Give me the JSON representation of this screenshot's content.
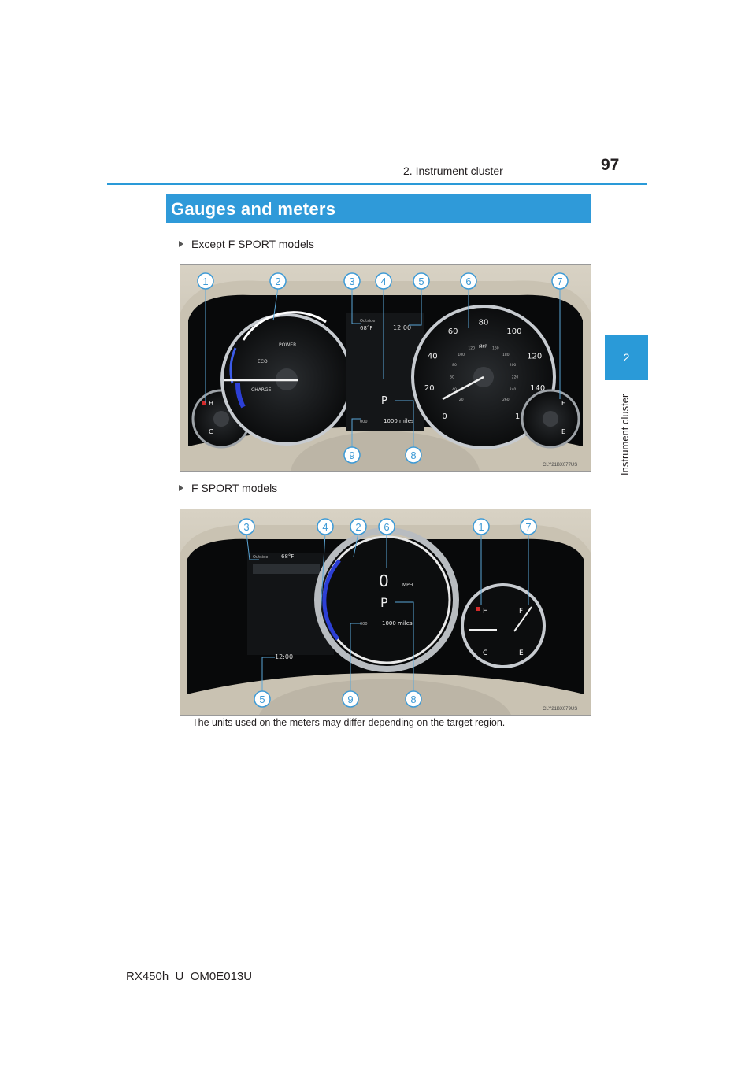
{
  "header": {
    "page_number": "97",
    "section_title": "2. Instrument cluster",
    "side_tab_number": "2",
    "side_tab_label": "Instrument cluster"
  },
  "section_heading": "Gauges and meters",
  "figures": [
    {
      "bullet": "Except F SPORT models",
      "callouts": [
        "1",
        "2",
        "3",
        "4",
        "5",
        "6",
        "7",
        "8",
        "9"
      ],
      "image_code": "CLY21BX077US",
      "display": {
        "outside_label": "Outside",
        "outside_temp": "68°F",
        "clock": "12:00",
        "power_labels": [
          "POWER",
          "ECO",
          "CHARGE"
        ],
        "temp_labels": [
          "H",
          "C"
        ],
        "fuel_labels": [
          "F",
          "E"
        ],
        "speed_ticks": [
          "0",
          "20",
          "40",
          "60",
          "80",
          "100",
          "120",
          "140",
          "160"
        ],
        "speed_unit": "MPH",
        "kmh_ticks": [
          "20",
          "40",
          "60",
          "80",
          "100",
          "120",
          "140",
          "160",
          "180",
          "200",
          "220",
          "240",
          "260"
        ],
        "kmh_unit": "km/h",
        "shift": "P",
        "odometer": "1000 miles",
        "trip": "000"
      }
    },
    {
      "bullet": "F SPORT models",
      "callouts": [
        "3",
        "4",
        "2",
        "6",
        "1",
        "7",
        "5",
        "9",
        "8"
      ],
      "image_code": "CLY21BX079US",
      "display": {
        "outside_label": "Outside",
        "outside_temp": "68°F",
        "clock": "12:00",
        "speed": "0",
        "speed_unit": "MPH",
        "shift": "P",
        "odometer": "1000 miles",
        "trip": "000",
        "temp_labels": [
          "H",
          "C"
        ],
        "fuel_labels": [
          "F",
          "E"
        ]
      }
    }
  ],
  "note": "The units used on the meters may differ depending on the target region.",
  "footer": "RX450h_U_OM0E013U"
}
